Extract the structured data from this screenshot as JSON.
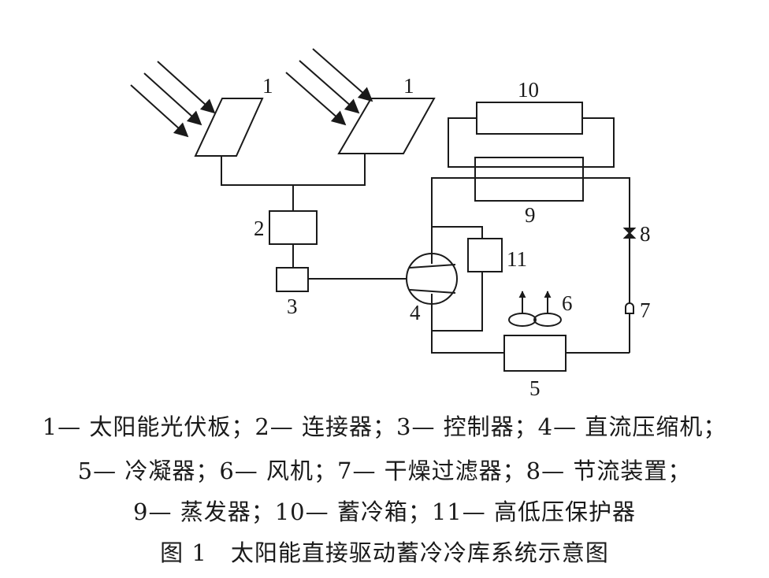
{
  "labels": {
    "panel_1a": "1",
    "panel_1b": "1",
    "connector": "2",
    "controller": "3",
    "compressor": "4",
    "condenser": "5",
    "fan": "6",
    "filter_drier": "7",
    "throttle": "8",
    "evaporator": "9",
    "storage_box": "10",
    "protector": "11"
  },
  "legend": {
    "line1": "1— 太阳能光伏板；2— 连接器；3— 控制器；4— 直流压缩机；",
    "line2": "5— 冷凝器；6— 风机；7— 干燥过滤器；8— 节流装置；",
    "line3": "9— 蒸发器；10— 蓄冷箱；11— 高低压保护器"
  },
  "caption": "图 1　太阳能直接驱动蓄冷冷库系统示意图"
}
